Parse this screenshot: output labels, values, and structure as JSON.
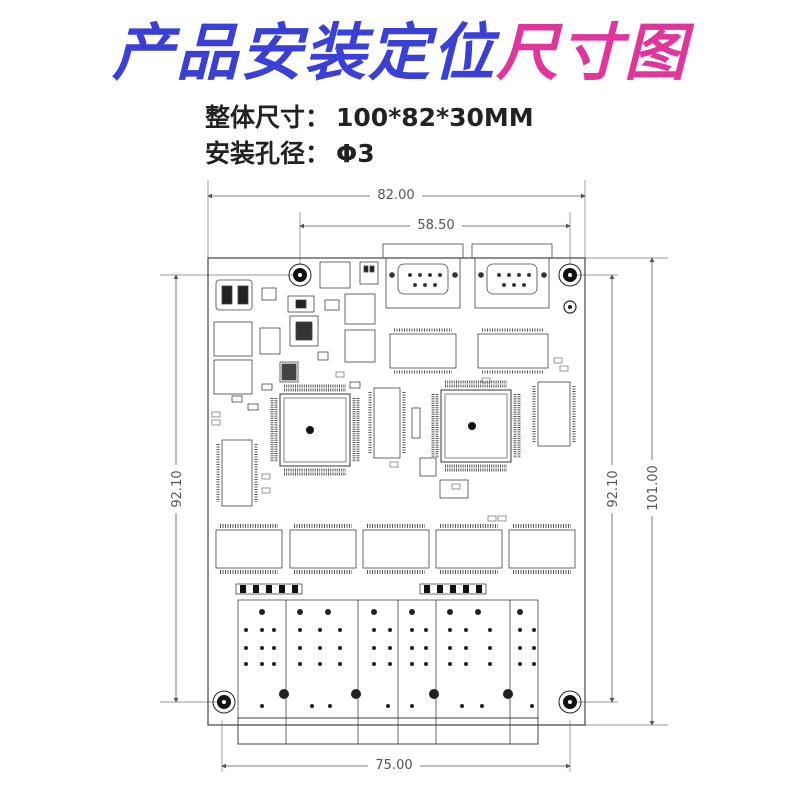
{
  "title": {
    "part1": "产品安装定位",
    "part2": "尺寸图"
  },
  "specs": [
    {
      "label": "整体尺寸：",
      "value": "100*82*30MM"
    },
    {
      "label": "安装孔径：",
      "value": "Φ3"
    }
  ],
  "dimensions": {
    "total_width": "82.00",
    "connector_span": "58.50",
    "hole_height_left": "92.10",
    "hole_height_right": "92.10",
    "total_height": "101.00",
    "bottom_span": "75.00"
  },
  "colors": {
    "title_blue": "#3a3fd6",
    "title_pink": "#e0359b",
    "line": "#444444"
  }
}
